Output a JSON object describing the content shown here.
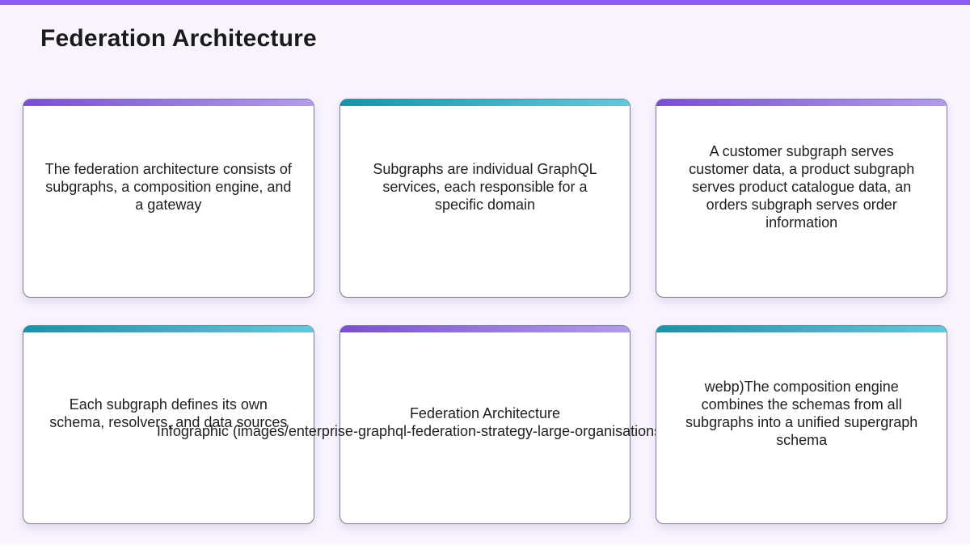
{
  "page": {
    "title": "Federation Architecture"
  },
  "cards": [
    {
      "accent": "purple",
      "text": "The federation architecture consists of subgraphs, a composition engine, and a gateway"
    },
    {
      "accent": "teal",
      "text": "Subgraphs are individual GraphQL services, each responsible for a specific domain"
    },
    {
      "accent": "purple",
      "text": "A customer subgraph serves customer data, a product subgraph serves product catalogue data, an orders subgraph serves order information"
    },
    {
      "accent": "teal",
      "text": "Each subgraph defines its own schema, resolvers, and data sources"
    },
    {
      "accent": "purple",
      "line1": "Federation Architecture",
      "line2": "Infographic (images/enterprise-graphql-federation-strategy-large-organisations"
    },
    {
      "accent": "teal",
      "text": "webp)The composition engine combines the schemas from all subgraphs into a unified supergraph schema"
    }
  ],
  "colors": {
    "topbar": "#8b5cf6",
    "page_bg": "#f8f3fd",
    "purple_from": "#7a4fd3",
    "purple_to": "#b29ce9",
    "teal_from": "#1295aa",
    "teal_to": "#64c8dc",
    "card_border": "#7c7c88",
    "text_dark": "#1a1a1a",
    "text_body": "#1f1f1f"
  }
}
